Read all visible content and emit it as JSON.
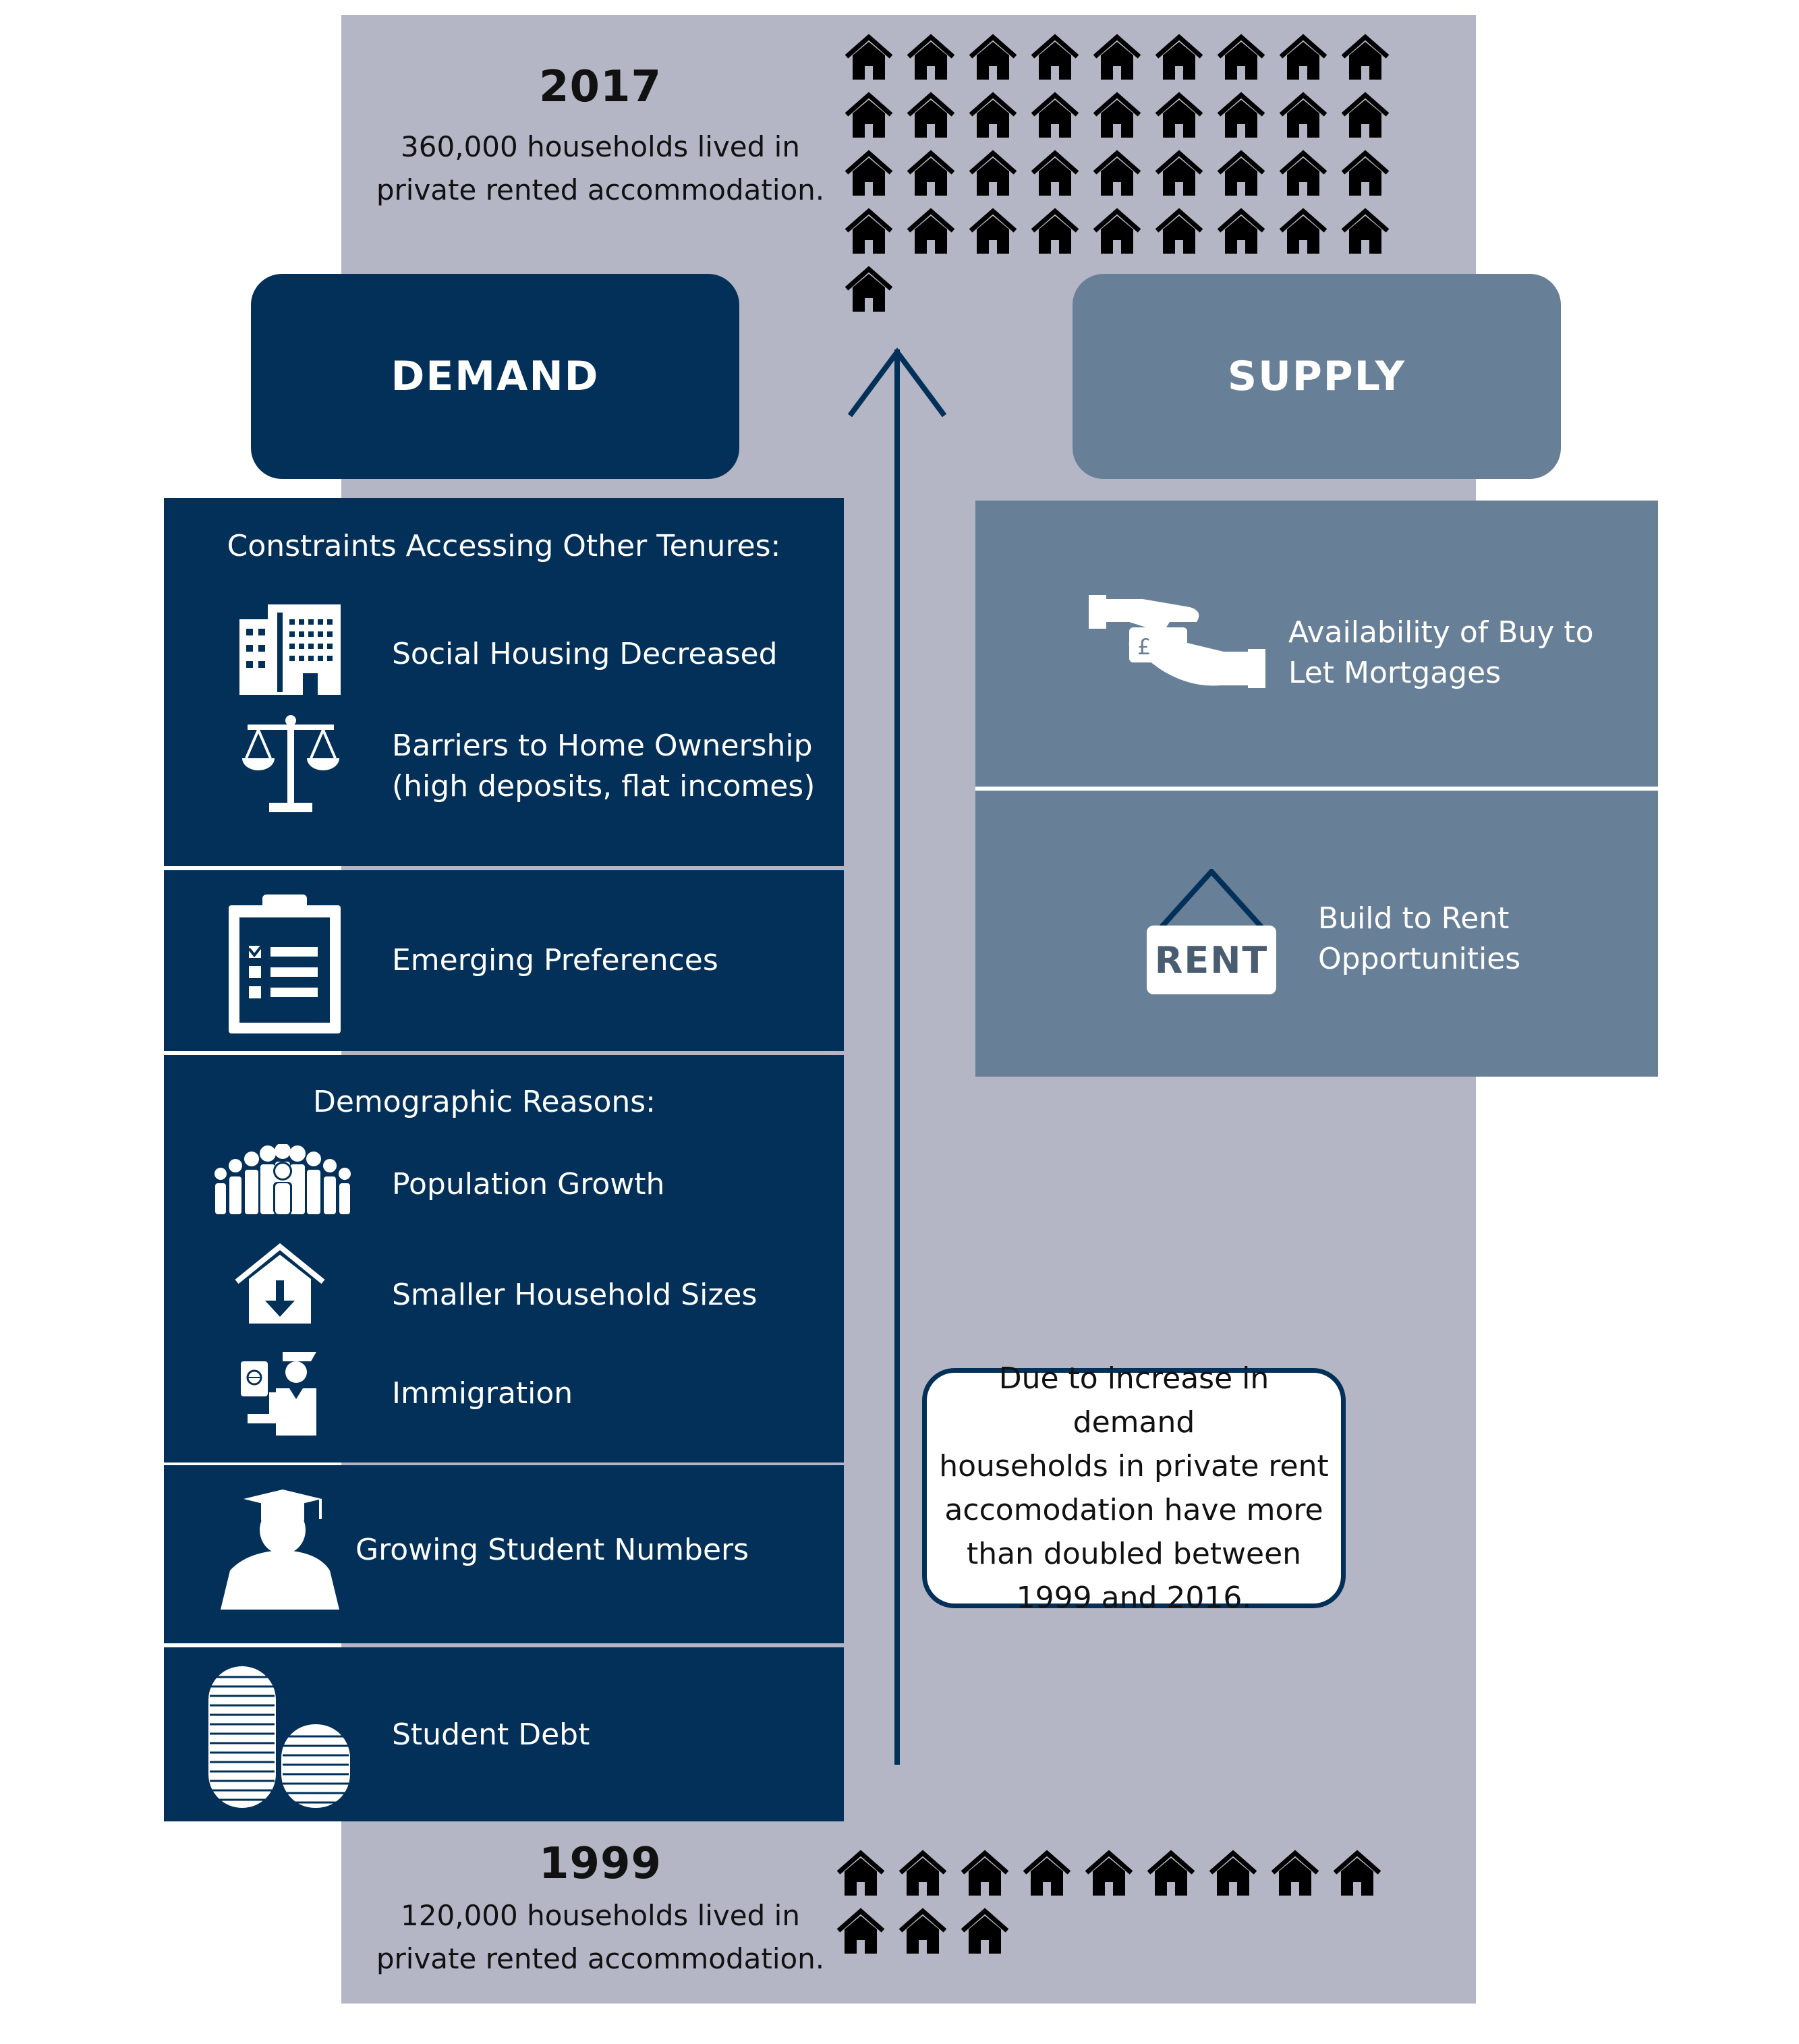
{
  "top": {
    "year": "2017",
    "description": "360,000 households lived in\nprivate rented accommodation.",
    "house_count": 37
  },
  "bottom": {
    "year": "1999",
    "description": "120,000 households lived in\nprivate rented accommodation.",
    "house_count": 12
  },
  "demand": {
    "title": "DEMAND",
    "constraints_heading": "Constraints Accessing Other Tenures:",
    "social_housing": "Social Housing Decreased",
    "barriers": "Barriers to Home Ownership\n(high deposits, flat incomes)",
    "emerging_preferences": "Emerging Preferences",
    "demographic_heading": "Demographic Reasons:",
    "population_growth": "Population Growth",
    "smaller_households": "Smaller Household Sizes",
    "immigration": "Immigration",
    "student_numbers": "Growing Student Numbers",
    "student_debt": "Student Debt"
  },
  "supply": {
    "title": "SUPPLY",
    "buy_to_let": "Availability of Buy to\nLet Mortgages",
    "rent_sign": "RENT",
    "build_to_rent": "Build to Rent\nOpportunities"
  },
  "note": "Due to increase in demand\nhouseholds in private rent\naccomodation have more\nthan doubled between\n1999 and 2016.",
  "colors": {
    "demand": "#023058",
    "supply": "#687f98",
    "band": "#b4b6c5"
  }
}
